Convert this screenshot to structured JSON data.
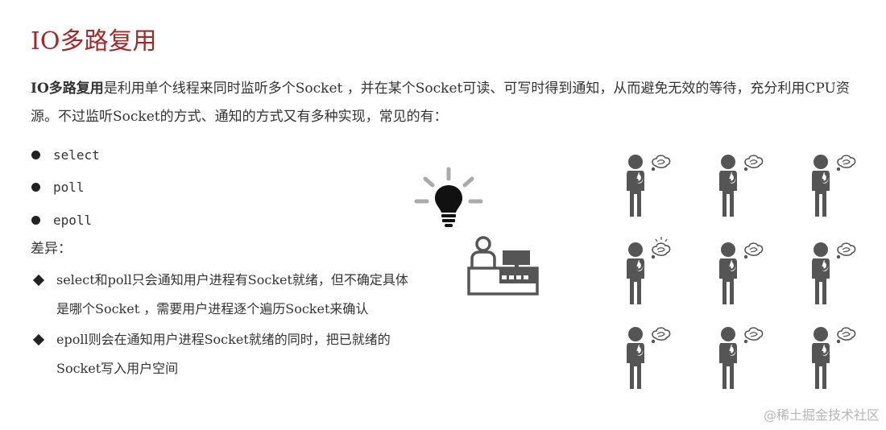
{
  "title": "IO多路复用",
  "intro": {
    "bold": "IO多路复用",
    "text": "是利用单个线程来同时监听多个Socket ，并在某个Socket可读、可写时得到通知，从而避免无效的等待，充分利用CPU资源。不过监听Socket的方式、通知的方式又有多种实现，常见的有："
  },
  "bullets": [
    "select",
    "poll",
    "epoll"
  ],
  "difference_label": "差异：",
  "differences": [
    "select和poll只会通知用户进程有Socket就绪，但不确定具体是哪个Socket ，需要用户进程逐个遍历Socket来确认",
    "epoll则会在通知用户进程Socket就绪的同时，把已就绪的Socket写入用户空间"
  ],
  "watermark": "@稀土掘金技术社区",
  "icons": {
    "lightbulb": "lightbulb-icon",
    "waiter": "waiter-at-counter-icon",
    "customer": "waiting-customer-icon",
    "bubble": "thought-bubble-icon",
    "alert": "ready-signal-icon"
  },
  "colors": {
    "title": "#a52828",
    "icon": "#555555",
    "bulb_rays": "#aaaaaa"
  }
}
